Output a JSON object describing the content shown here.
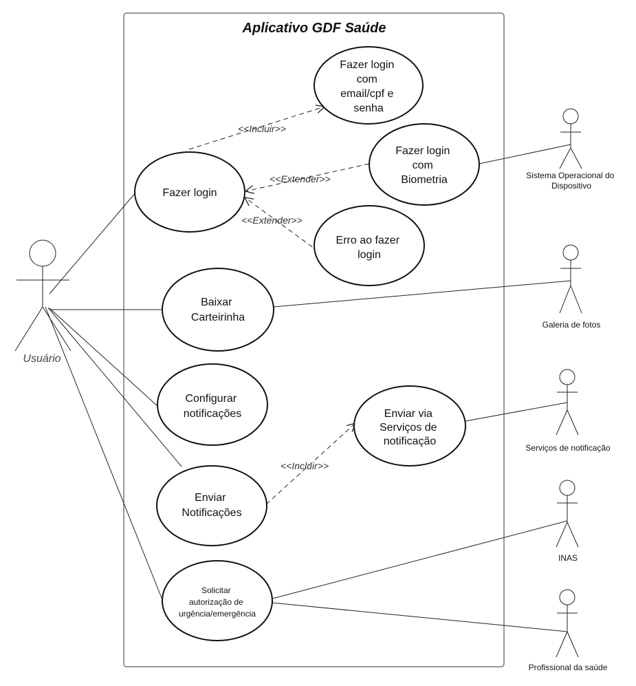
{
  "system": {
    "title": "Aplicativo GDF Saúde"
  },
  "actors": {
    "usuario": "Usuário",
    "sistema_op": [
      "Sistema Operacional do",
      "Dispositivo"
    ],
    "galeria": "Galeria de fotos",
    "servicos": "Serviços de notificação",
    "inas": "INAS",
    "profissional": "Profissional da saúde"
  },
  "use_cases": {
    "login_email": [
      "Fazer login",
      "com",
      "email/cpf e",
      "senha"
    ],
    "login": [
      "Fazer login"
    ],
    "login_bio": [
      "Fazer login",
      "com",
      "Biometria"
    ],
    "erro_login": [
      "Erro ao fazer",
      "login"
    ],
    "baixar": [
      "Baixar",
      "Carteirinha"
    ],
    "configurar": [
      "Configurar",
      "notificações"
    ],
    "enviar_via": [
      "Enviar via",
      "Serviços de",
      "notificação"
    ],
    "enviar_notif": [
      "Enviar",
      "Notificações"
    ],
    "solicitar": [
      "Solicitar",
      "autorização de",
      "urgência/emergência"
    ]
  },
  "relations": {
    "incluir_1": "<<Incluir>>",
    "extender_1": "<<Extender>>",
    "extender_2": "<<Extender>>",
    "incluir_2": "<<Incluir>>"
  }
}
